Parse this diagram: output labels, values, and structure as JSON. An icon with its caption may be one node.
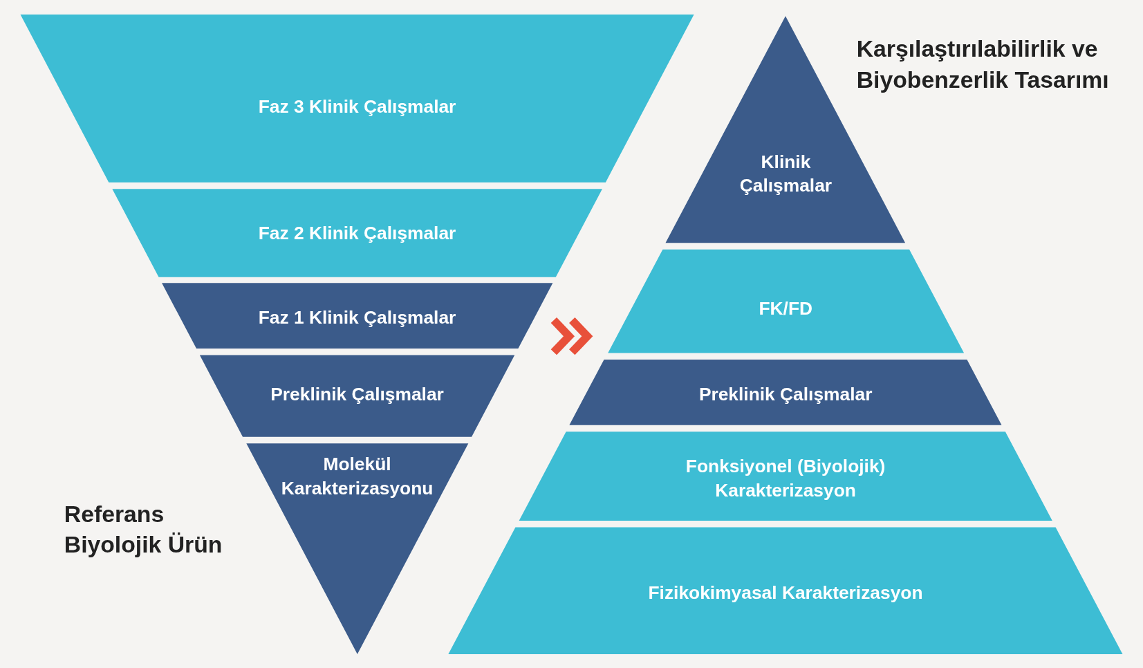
{
  "diagram": {
    "nodes": [
      {
        "text": [
          "Faz 3 Klinik Çalışmalar"
        ]
      },
      {
        "text": [
          "Faz 2 Klinik Çalışmalar"
        ]
      },
      {
        "text": [
          "Faz 1 Klinik Çalışmalar"
        ]
      },
      {
        "text": [
          "Preklinik Çalışmalar"
        ]
      },
      {
        "text": [
          "Molekül Karakterizasyonu"
        ]
      },
      {
        "text": [
          "Klinik Çalışmalar"
        ]
      },
      {
        "text": [
          "FK/FD"
        ]
      },
      {
        "text": [
          "Preklinik Çalışmalar"
        ]
      },
      {
        "text": [
          "Fonksiyonel (Biyolojik) Karakterizasyon"
        ]
      },
      {
        "text": [
          "Fizikokimyasal Karakterizasyon"
        ]
      }
    ],
    "edges": [
      {
        "from": 2,
        "to": 6,
        "arrow": "to"
      }
    ],
    "labels": [
      "Karşılaştırılabilirlik ve Biyobenzerlik Tasarımı",
      "Referans Biyolojik Ürün"
    ]
  }
}
